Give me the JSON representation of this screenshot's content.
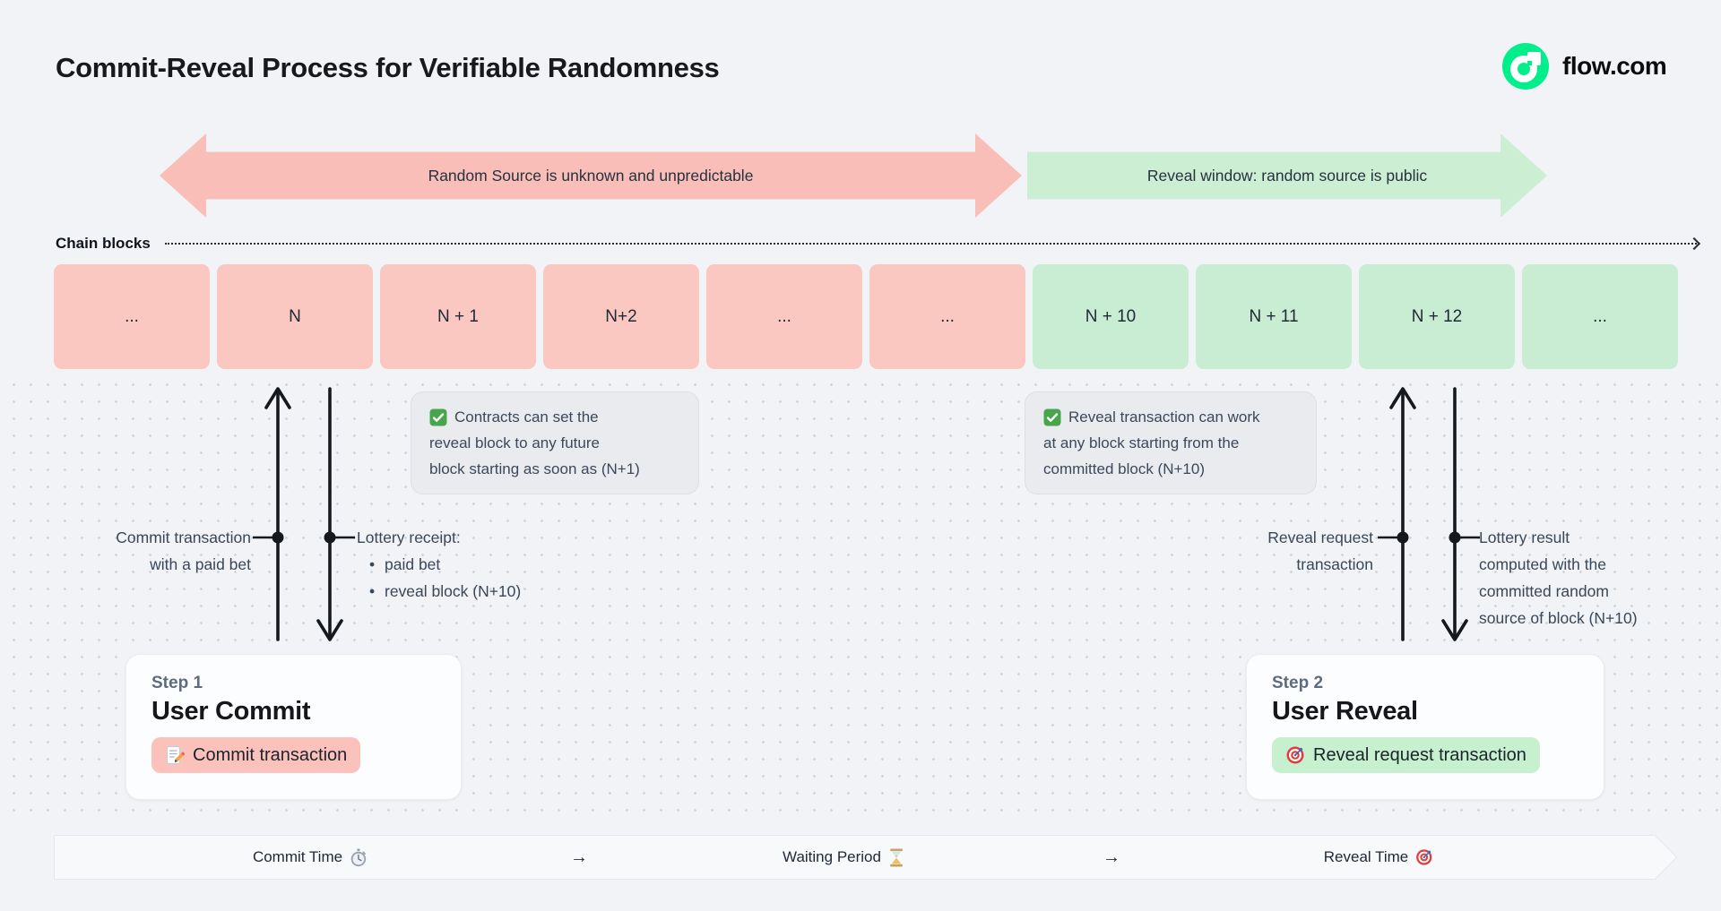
{
  "title": "Commit-Reveal Process for Verifiable Randomness",
  "brand": {
    "name": "flow.com",
    "green": "#00ef8b"
  },
  "colors": {
    "background": "#f1f3f6",
    "pink_arrow": "#f9beb7",
    "pink_block": "#fbc7c1",
    "green_arrow": "#cceed3",
    "green_block": "#c9edd2",
    "pink_badge": "#fbc2bb",
    "green_badge": "#c6f0ce",
    "slate_text": "#3c4859"
  },
  "phases": {
    "unknown": {
      "label": "Random Source is unknown and unpredictable"
    },
    "reveal": {
      "label": "Reveal window: random source is public"
    }
  },
  "chain": {
    "label": "Chain blocks",
    "blocks": [
      {
        "label": "...",
        "phase": "unknown"
      },
      {
        "label": "N",
        "phase": "unknown"
      },
      {
        "label": "N + 1",
        "phase": "unknown"
      },
      {
        "label": "N+2",
        "phase": "unknown"
      },
      {
        "label": "...",
        "phase": "unknown"
      },
      {
        "label": "...",
        "phase": "unknown"
      },
      {
        "label": "N + 10",
        "phase": "reveal"
      },
      {
        "label": "N + 11",
        "phase": "reveal"
      },
      {
        "label": "N + 12",
        "phase": "reveal"
      },
      {
        "label": "...",
        "phase": "reveal"
      }
    ]
  },
  "tooltips": {
    "commit": {
      "icon": "check-icon",
      "lines": [
        "Contracts can set the",
        "reveal block to any future",
        "block starting as soon as (N+1)"
      ]
    },
    "reveal": {
      "icon": "check-icon",
      "lines": [
        "Reveal transaction can work",
        "at any block starting from the",
        "committed block (N+10)"
      ]
    }
  },
  "annotations": {
    "commit_tx": {
      "lines": [
        "Commit transaction",
        "with a paid bet"
      ]
    },
    "lottery_receipt": {
      "title": "Lottery receipt:",
      "bullets": [
        "paid bet",
        "reveal block (N+10)"
      ]
    },
    "reveal_request": {
      "lines": [
        "Reveal request",
        "transaction"
      ]
    },
    "lottery_result": {
      "lines": [
        "Lottery result",
        "computed with the",
        "committed random",
        "source of block (N+10)"
      ]
    }
  },
  "steps": {
    "commit": {
      "step": "Step 1",
      "title": "User Commit",
      "badge": "Commit transaction",
      "badge_icon": "memo-icon"
    },
    "reveal": {
      "step": "Step 2",
      "title": "User Reveal",
      "badge": "Reveal request transaction",
      "badge_icon": "target-icon"
    }
  },
  "timeline": {
    "commit": {
      "label": "Commit Time",
      "icon": "stopwatch-icon"
    },
    "arrow1": "→",
    "waiting": {
      "label": "Waiting Period",
      "icon": "hourglass-icon"
    },
    "arrow2": "→",
    "reveal": {
      "label": "Reveal Time",
      "icon": "target-icon"
    }
  }
}
